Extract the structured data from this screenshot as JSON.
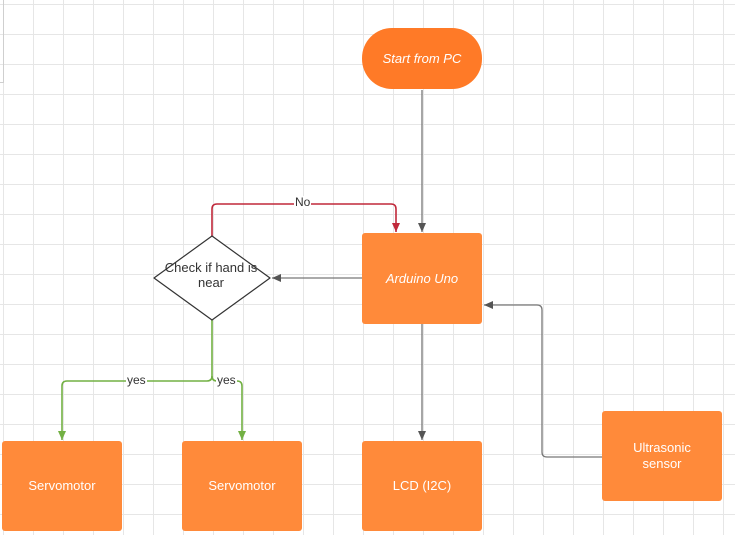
{
  "nodes": {
    "start": "Start from PC",
    "arduino": "Arduino Uno",
    "decision": "Check if hand is near",
    "servo_left": "Servomotor",
    "servo_right": "Servomotor",
    "lcd": "LCD (I2C)",
    "ultrasonic": "Ultrasonic sensor"
  },
  "edges": {
    "no_label": "No",
    "yes_left_label": "yes",
    "yes_right_label": "yes"
  },
  "colors": {
    "node_fill": "#ff8a3a",
    "start_fill": "#ff7a27",
    "gray_connector": "#555555",
    "no_connector": "#c0283a",
    "yes_connector": "#72b043"
  }
}
